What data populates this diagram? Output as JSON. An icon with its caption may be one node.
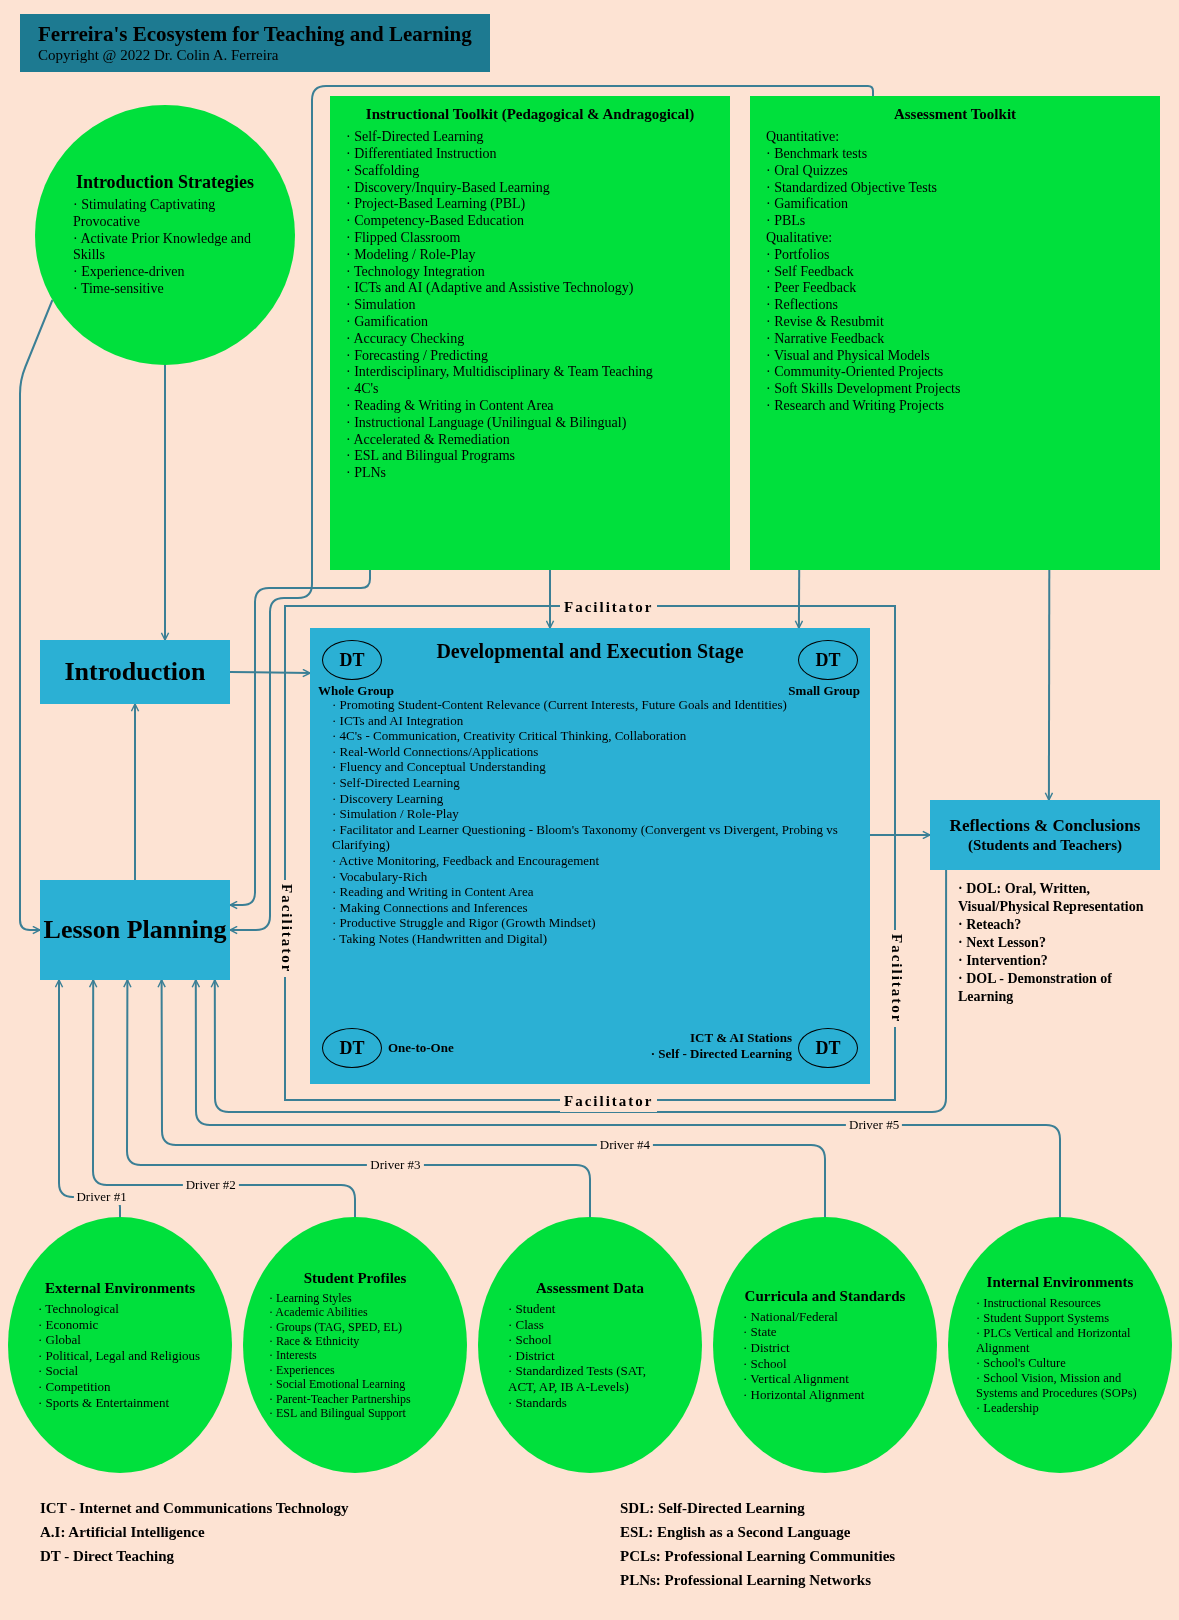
{
  "diagram": {
    "title": "Ferreira's Ecosystem for Teaching and Learning",
    "caption": "Copyright @ 2022 Dr. Colin A. Ferreira",
    "nodes": [
      {
        "text": [
          "Lesson Planning"
        ]
      },
      {
        "text": [
          "Introduction"
        ]
      },
      {
        "text": [
          "Developmental and Execution Stage",
          "· Promoting Student-Content Relevance (Current Interests, Future Goals and Identities)",
          "· ICTs and AI Integration",
          "· 4C's - Communication, Creativity Critical Thinking, Collaboration",
          "· Real-World Connections/Applications",
          "· Fluency and Conceptual Understanding",
          "· Self-Directed Learning",
          "· Discovery Learning",
          "· Simulation / Role-Play",
          "· Facilitator and Learner Questioning - Bloom's Taxonomy (Convergent vs Divergent, Probing vs Clarifying)",
          "· Active Monitoring, Feedback and Encouragement",
          "· Vocabulary-Rich",
          "· Reading and Writing in Content Area",
          "· Making Connections and Inferences",
          "· Productive Struggle and Rigor (Growth Mindset)",
          "· Taking Notes (Handwritten and Digital)"
        ]
      },
      {
        "text": [
          "DT"
        ],
        "in": 2,
        "beside": [
          "Whole Group"
        ]
      },
      {
        "text": [
          "DT"
        ],
        "in": 2,
        "beside": [
          "Small Group"
        ]
      },
      {
        "text": [
          "DT"
        ],
        "in": 2,
        "beside": [
          "One-to-One"
        ]
      },
      {
        "text": [
          "DT"
        ],
        "in": 2,
        "beside": [
          "ICT & AI Stations",
          "· Self - Directed Learning"
        ]
      },
      {
        "text": [
          "Reflections & Conclusions",
          "(Students and Teachers)"
        ],
        "beside": [
          "· DOL: Oral, Written, Visual/Physical Representation",
          "· Reteach?",
          "· Next Lesson?",
          "· Intervention?",
          "· DOL - Demonstration of Learning"
        ]
      },
      {
        "text": [
          "Introduction Strategies",
          "· Stimulating Captivating Provocative",
          "· Activate Prior Knowledge and Skills",
          "· Experience-driven",
          "· Time-sensitive"
        ]
      },
      {
        "text": [
          "Instructional Toolkit (Pedagogical & Andragogical)",
          "· Self-Directed Learning",
          "· Differentiated Instruction",
          "· Scaffolding",
          "· Discovery/Inquiry-Based Learning",
          "· Project-Based Learning (PBL)",
          "· Competency-Based Education",
          "· Flipped Classroom",
          "· Modeling / Role-Play",
          "· Technology Integration",
          "· ICTs and AI (Adaptive and Assistive Technology)",
          "· Simulation",
          "· Gamification",
          "· Accuracy Checking",
          "· Forecasting / Predicting",
          "· Interdisciplinary, Multidisciplinary & Team Teaching",
          "· 4C's",
          "· Reading & Writing in Content Area",
          "· Instructional Language (Unilingual & Bilingual)",
          "· Accelerated & Remediation",
          "· ESL and Bilingual Programs",
          "· PLNs"
        ]
      },
      {
        "text": [
          "Assessment Toolkit",
          "Quantitative:",
          "· Benchmark tests",
          "· Oral Quizzes",
          "· Standardized Objective Tests",
          "· Gamification",
          "· PBLs",
          "Qualitative:",
          "· Portfolios",
          "· Self Feedback",
          "· Peer Feedback",
          "· Reflections",
          "· Revise & Resubmit",
          "· Narrative Feedback",
          "· Visual and Physical Models",
          "· Community-Oriented Projects",
          "· Soft Skills Development Projects",
          "· Research and Writing Projects"
        ]
      },
      {
        "text": [
          "External Environments",
          "· Technological",
          "· Economic",
          "· Global",
          "· Political, Legal and Religious",
          "· Social",
          "· Competition",
          "· Sports & Entertainment"
        ]
      },
      {
        "text": [
          "Student Profiles",
          "· Learning Styles",
          "· Academic Abilities",
          "· Groups (TAG, SPED, EL)",
          "· Race & Ethnicity",
          "· Interests",
          "· Experiences",
          "· Social Emotional Learning",
          "· Parent-Teacher Partnerships",
          "· ESL and Bilingual Support"
        ]
      },
      {
        "text": [
          "Assessment Data",
          "· Student",
          "· Class",
          "· School",
          "· District",
          "· Standardized Tests (SAT, ACT, AP, IB A-Levels)",
          "· Standards"
        ]
      },
      {
        "text": [
          "Curricula and Standards",
          "· National/Federal",
          "· State",
          "· District",
          "· School",
          "· Vertical Alignment",
          "· Horizontal Alignment"
        ]
      },
      {
        "text": [
          "Internal Environments",
          "· Instructional Resources",
          "· Student Support Systems",
          "· PLCs Vertical and Horizontal Alignment",
          "· School's Culture",
          "· School Vision, Mission and Systems and Procedures (SOPs)",
          "· Leadership"
        ]
      }
    ],
    "edges": [
      {
        "from": 0,
        "to": 1,
        "arrow": "to"
      },
      {
        "from": 1,
        "to": 2,
        "arrow": "to"
      },
      {
        "from": 2,
        "to": 7,
        "arrow": "to"
      },
      {
        "from": 8,
        "to": 0,
        "arrow": "to"
      },
      {
        "from": 8,
        "to": 1,
        "arrow": "to"
      },
      {
        "from": 9,
        "to": 0,
        "arrow": "to"
      },
      {
        "from": 9,
        "to": 2,
        "arrow": "to"
      },
      {
        "from": 10,
        "to": 0,
        "arrow": "to"
      },
      {
        "from": 10,
        "to": 2,
        "arrow": "to"
      },
      {
        "from": 10,
        "to": 7,
        "arrow": "to"
      },
      {
        "from": 7,
        "to": 0,
        "arrow": "to"
      },
      {
        "from": 11,
        "to": 0,
        "arrow": "to",
        "label": "Driver #1"
      },
      {
        "from": 12,
        "to": 0,
        "arrow": "to",
        "label": "Driver #2"
      },
      {
        "from": 13,
        "to": 0,
        "arrow": "to",
        "label": "Driver #3"
      },
      {
        "from": 14,
        "to": 0,
        "arrow": "to",
        "label": "Driver #4"
      },
      {
        "from": 15,
        "to": 0,
        "arrow": "to",
        "label": "Driver #5"
      }
    ],
    "labels": [
      "Facilitator",
      "Facilitator",
      "Facilitator",
      "Facilitator",
      "SDL: Self-Directed Learning",
      "ESL: English as a Second Language",
      "PCLs: Professional Learning Communities",
      "PLNs: Professional Learning Networks",
      "ICT - Internet and Communications Technology",
      "A.I: Artificial Intelligence",
      "DT - Direct Teaching"
    ]
  }
}
